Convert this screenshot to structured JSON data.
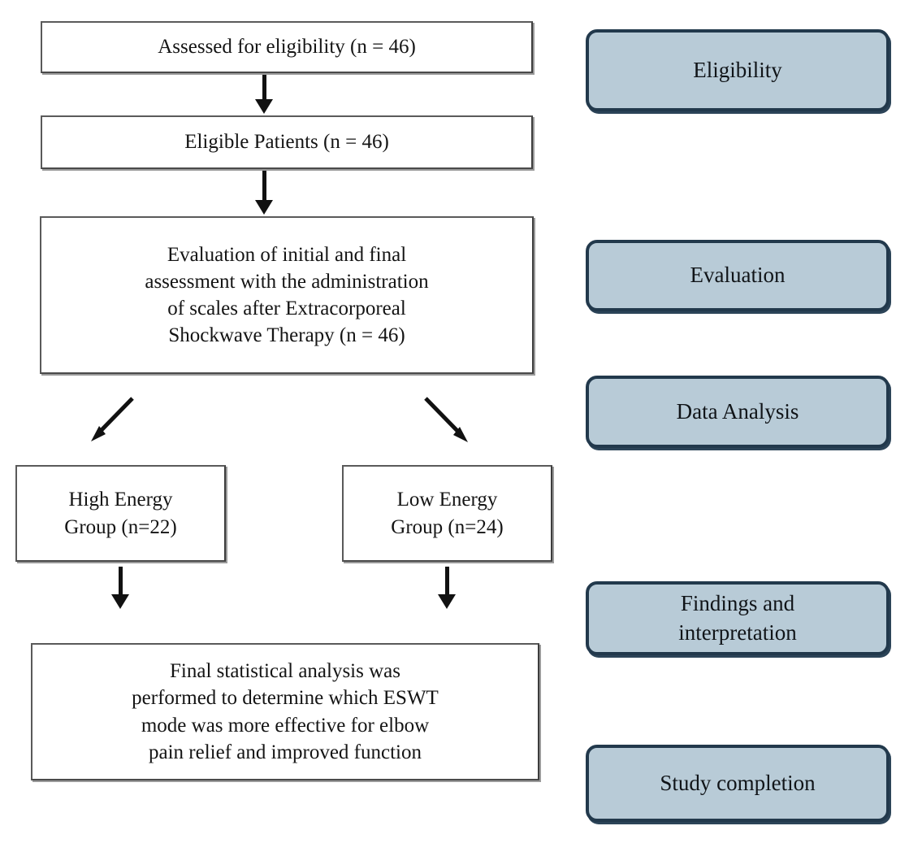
{
  "figure": {
    "type": "study-flow-diagram",
    "background": "#ffffff",
    "process_border_color": "#5a5a5a",
    "stage_fill_color": "#b8cbd7",
    "stage_border_color": "#22394c",
    "text_color": "#141414"
  },
  "flow": {
    "boxes": [
      {
        "id": "assessed",
        "label": "Assessed for eligibility (n = 46)",
        "n": 46
      },
      {
        "id": "eligible",
        "label": "Eligible Patients (n = 46)",
        "n": 46
      },
      {
        "id": "evaluation",
        "label": "Evaluation of initial and final\nassessment with the administration\nof scales after Extracorporeal\nShockwave Therapy (n = 46)",
        "n": 46
      },
      {
        "id": "high_energy",
        "label": "High Energy\nGroup (n=22)",
        "n": 22
      },
      {
        "id": "low_energy",
        "label": "Low Energy\nGroup (n=24)",
        "n": 24
      },
      {
        "id": "final",
        "label": "Final statistical analysis was\nperformed to determine which ESWT\nmode was more effective for elbow\npain relief and improved function"
      }
    ],
    "connectors": [
      {
        "id": "assessed-to-eligible",
        "from": "assessed",
        "to": "eligible",
        "direction": "down"
      },
      {
        "id": "eligible-to-evaluation",
        "from": "eligible",
        "to": "evaluation",
        "direction": "down"
      },
      {
        "id": "evaluation-to-high",
        "from": "evaluation",
        "to": "high_energy",
        "direction": "down-left"
      },
      {
        "id": "evaluation-to-low",
        "from": "evaluation",
        "to": "low_energy",
        "direction": "down-right"
      },
      {
        "id": "high-to-final",
        "from": "high_energy",
        "to": "final",
        "direction": "down"
      },
      {
        "id": "low-to-final",
        "from": "low_energy",
        "to": "final",
        "direction": "down"
      }
    ]
  },
  "stages": [
    {
      "id": "eligibility",
      "label": "Eligibility"
    },
    {
      "id": "evaluation",
      "label": "Evaluation"
    },
    {
      "id": "data",
      "label": "Data Analysis"
    },
    {
      "id": "findings",
      "label": "Findings and\ninterpretation"
    },
    {
      "id": "completion",
      "label": "Study completion"
    }
  ]
}
